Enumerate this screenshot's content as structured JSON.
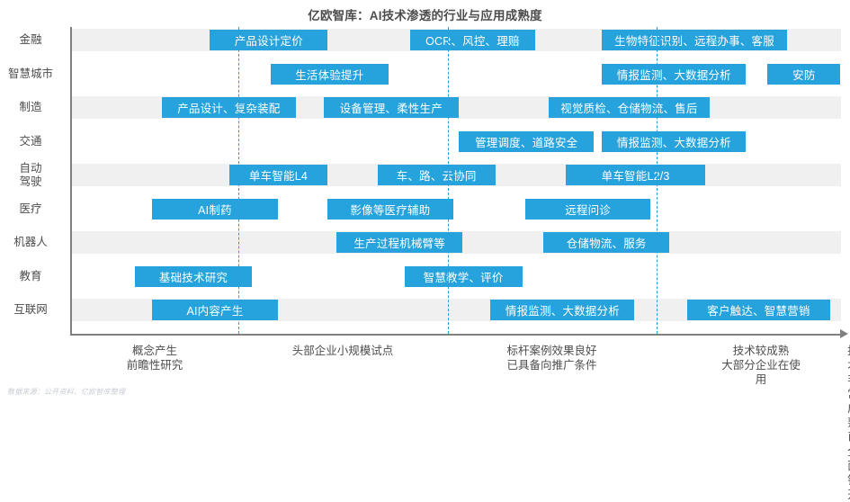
{
  "title": "亿欧智库：AI技术渗透的行业与应用成熟度",
  "source_note": "数据来源：公开资料、亿欧智库整理",
  "colors": {
    "bar": "#26a3dc",
    "divider": "#2e9bd6",
    "band": "#f0f0f0",
    "axis": "#808080",
    "text": "#4d4d4d"
  },
  "chart_data": {
    "type": "bar",
    "title": "亿欧智库：AI技术渗透的行业与应用成熟度",
    "xlabel": "",
    "ylabel": "",
    "grid": false,
    "legend": "none",
    "orientation": "horizontal",
    "xlim": [
      0,
      5
    ],
    "x_stages": [
      {
        "index": 1,
        "label_line1": "概念产生",
        "label_line2": "前瞻性研究"
      },
      {
        "index": 2,
        "label_line1": "头部企业小规模试点",
        "label_line2": ""
      },
      {
        "index": 3,
        "label_line1": "标杆案例效果良好",
        "label_line2": "已具备向推广条件"
      },
      {
        "index": 4,
        "label_line1": "技术较成熟",
        "label_line2": "大部分企业在使用"
      },
      {
        "index": 5,
        "label_line1": "技术非常成熟",
        "label_line2": "已全面铺开"
      }
    ],
    "dividers_pct": [
      25.0,
      60.0,
      95.0,
      130.0
    ],
    "categories": [
      "金融",
      "智慧城市",
      "制造",
      "交通",
      "自动驾驶",
      "医疗",
      "机器人",
      "教育",
      "互联网"
    ],
    "rows": [
      {
        "category": "金融",
        "label_line1": "金融",
        "label_line2": "",
        "bars": [
          {
            "text": "产品设计定价",
            "start_pct": 18.0,
            "width_pct": 15.3
          },
          {
            "text": "OCR、风控、理赔",
            "start_pct": 44.0,
            "width_pct": 16.3
          },
          {
            "text": "生物特征识别、远程办事、客服",
            "start_pct": 69.0,
            "width_pct": 24.0
          }
        ]
      },
      {
        "category": "智慧城市",
        "label_line1": "智慧城市",
        "label_line2": "",
        "bars": [
          {
            "text": "生活体验提升",
            "start_pct": 25.9,
            "width_pct": 15.3
          },
          {
            "text": "情报监测、大数据分析",
            "start_pct": 69.0,
            "width_pct": 18.7
          },
          {
            "text": "安防",
            "start_pct": 90.5,
            "width_pct": 9.5
          }
        ]
      },
      {
        "category": "制造",
        "label_line1": "制造",
        "label_line2": "",
        "bars": [
          {
            "text": "产品设计、复杂装配",
            "start_pct": 11.7,
            "width_pct": 17.5
          },
          {
            "text": "设备管理、柔性生产",
            "start_pct": 32.8,
            "width_pct": 17.5
          },
          {
            "text": "视觉质检、仓储物流、售后",
            "start_pct": 62.0,
            "width_pct": 21.0
          }
        ]
      },
      {
        "category": "交通",
        "label_line1": "交通",
        "label_line2": "",
        "bars": [
          {
            "text": "管理调度、道路安全",
            "start_pct": 50.4,
            "width_pct": 17.5
          },
          {
            "text": "情报监测、大数据分析",
            "start_pct": 69.0,
            "width_pct": 18.7
          }
        ]
      },
      {
        "category": "自动驾驶",
        "label_line1": "自动",
        "label_line2": "驾驶",
        "bars": [
          {
            "text": "单车智能L4",
            "start_pct": 20.5,
            "width_pct": 12.8
          },
          {
            "text": "车、路、云协同",
            "start_pct": 39.8,
            "width_pct": 15.3
          },
          {
            "text": "单车智能L2/3",
            "start_pct": 64.3,
            "width_pct": 18.1
          }
        ]
      },
      {
        "category": "医疗",
        "label_line1": "医疗",
        "label_line2": "",
        "bars": [
          {
            "text": "AI制药",
            "start_pct": 10.5,
            "width_pct": 16.3
          },
          {
            "text": "影像等医疗辅助",
            "start_pct": 33.3,
            "width_pct": 16.3
          },
          {
            "text": "远程问诊",
            "start_pct": 59.0,
            "width_pct": 16.3
          }
        ]
      },
      {
        "category": "机器人",
        "label_line1": "机器人",
        "label_line2": "",
        "bars": [
          {
            "text": "生产过程机械臂等",
            "start_pct": 34.5,
            "width_pct": 16.3
          },
          {
            "text": "仓储物流、服务",
            "start_pct": 61.4,
            "width_pct": 16.3
          }
        ]
      },
      {
        "category": "教育",
        "label_line1": "教育",
        "label_line2": "",
        "bars": [
          {
            "text": "基础技术研究",
            "start_pct": 8.2,
            "width_pct": 15.3
          },
          {
            "text": "智慧教学、评价",
            "start_pct": 43.3,
            "width_pct": 15.3
          }
        ]
      },
      {
        "category": "互联网",
        "label_line1": "互联网",
        "label_line2": "",
        "bars": [
          {
            "text": "AI内容产生",
            "start_pct": 10.5,
            "width_pct": 16.3
          },
          {
            "text": "情报监测、大数据分析",
            "start_pct": 54.5,
            "width_pct": 18.7
          },
          {
            "text": "客户触达、智慧营销",
            "start_pct": 80.0,
            "width_pct": 18.7
          }
        ]
      }
    ]
  }
}
